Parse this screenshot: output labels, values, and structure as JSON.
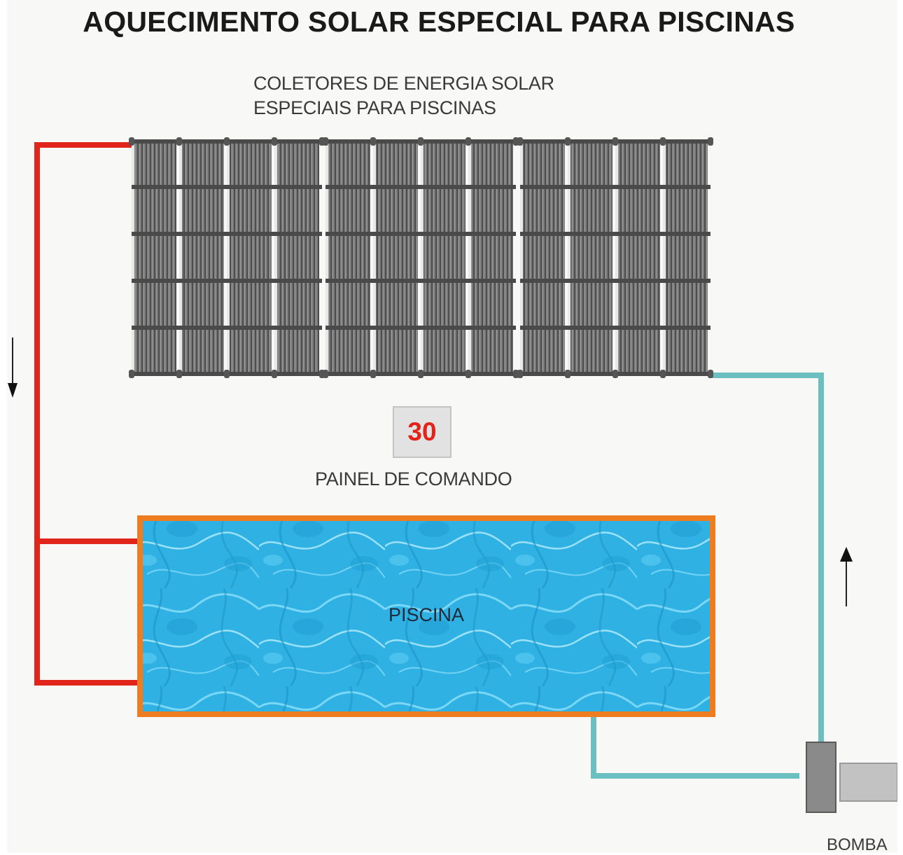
{
  "title": "AQUECIMENTO SOLAR ESPECIAL PARA PISCINAS",
  "collectors": {
    "label_line1": "COLETORES DE ENERGIA SOLAR",
    "label_line2": "ESPECIAIS PARA PISCINAS",
    "panel_groups": 3,
    "panels_per_group": 4
  },
  "control_panel": {
    "value": "30",
    "label": "PAINEL DE COMANDO"
  },
  "pool": {
    "label": "PISCINA"
  },
  "pump": {
    "label": "BOMBA"
  },
  "colors": {
    "hot_pipe": "#e1251b",
    "cold_pipe": "#6bbfc0",
    "pool_border": "#ee7d22",
    "pool_water": "#35b8e6",
    "collector": "#6b6b6b",
    "panel_value": "#e2231a"
  },
  "flow_arrows": [
    "arrow-down",
    "arrow-up"
  ]
}
